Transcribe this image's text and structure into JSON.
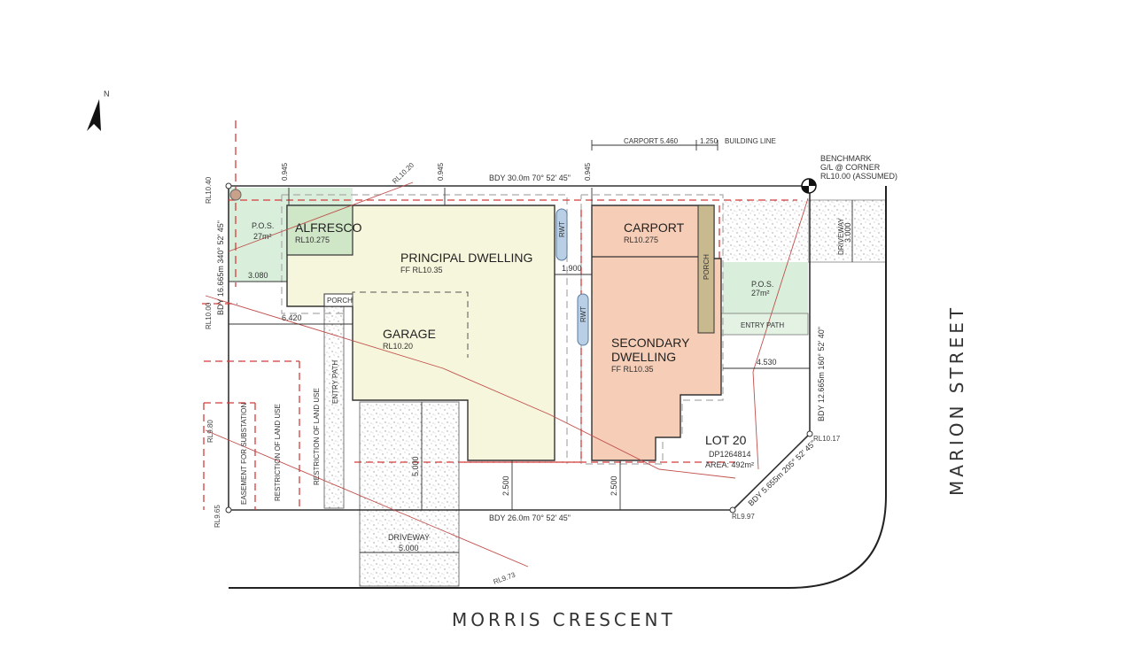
{
  "north": {
    "letter": "N"
  },
  "streets": {
    "south": "MORRIS CRESCENT",
    "east": "MARION STREET"
  },
  "benchmark": {
    "line1": "BENCHMARK",
    "line2": "G/L @ CORNER",
    "line3": "RL10.00 (ASSUMED)"
  },
  "boundaries": {
    "north": "BDY 30.0m 70° 52' 45\"",
    "south": "BDY 26.0m 70° 52' 45\"",
    "west": "BDY 16.665m 340° 52' 45\"",
    "east": "BDY 12.665m 160° 52' 40\"",
    "corner": "BDY 5.655m 205° 52' 45\""
  },
  "rooms": {
    "alfresco": {
      "name": "ALFRESCO",
      "rl": "RL10.275"
    },
    "principal": {
      "name": "PRINCIPAL DWELLING",
      "ff": "FF RL10.35"
    },
    "garage": {
      "name": "GARAGE",
      "rl": "RL10.20"
    },
    "porch_small": "PORCH",
    "carport": {
      "name": "CARPORT",
      "rl": "RL10.275"
    },
    "porch_v": "PORCH",
    "secondary": {
      "line1": "SECONDARY",
      "line2": "DWELLING",
      "ff": "FF RL10.35"
    },
    "pos_west": {
      "name": "P.O.S.",
      "area": "27m²"
    },
    "pos_east": {
      "name": "P.O.S.",
      "area": "27m²"
    },
    "entry_path": "ENTRY PATH",
    "entry_path_v": "ENTRY PATH",
    "driveway_south": "DRIVEWAY",
    "driveway_east": "DRIVEWAY"
  },
  "lot": {
    "name": "LOT 20",
    "dp": "DP1264814",
    "area": "AREA: 492m²"
  },
  "easements": {
    "substation": "EASEMENT FOR SUBSTATION",
    "land_use_1": "RESTRICTION OF LAND USE",
    "land_use_2": "RESTRICTION OF LAND USE"
  },
  "dimensions": {
    "carport": "CARPORT 5.460",
    "d1250": "1.250",
    "building_line": "BUILDING LINE",
    "top1": "0.945",
    "top2": "0.945",
    "top3": "0.945",
    "d3080": "3.080",
    "d6420": "6.420",
    "d1900": "1.900",
    "d4530": "4.530",
    "d2500a": "2.500",
    "d2500b": "2.500",
    "d5000": "5.000",
    "d3000": "3.000",
    "d5000v": "5.000"
  },
  "levels": {
    "nw": "RL10.40",
    "w": "RL10.00",
    "sw_mid": "RL9.80",
    "sw": "RL9.65",
    "top_mid": "RL10.20",
    "se": "RL9.97",
    "e": "RL10.17",
    "street": "RL9.73"
  },
  "tanks": {
    "t1": "RWT",
    "t2": "RWT"
  },
  "colors": {
    "principal": "#f6f6dc",
    "secondary": "#f6cdb6",
    "pos": "#d9efdb",
    "alfresco": "#cfe7c6",
    "porch": "#c8b98e",
    "tank": "#b9cfe6",
    "setback": "#d43c3c"
  }
}
